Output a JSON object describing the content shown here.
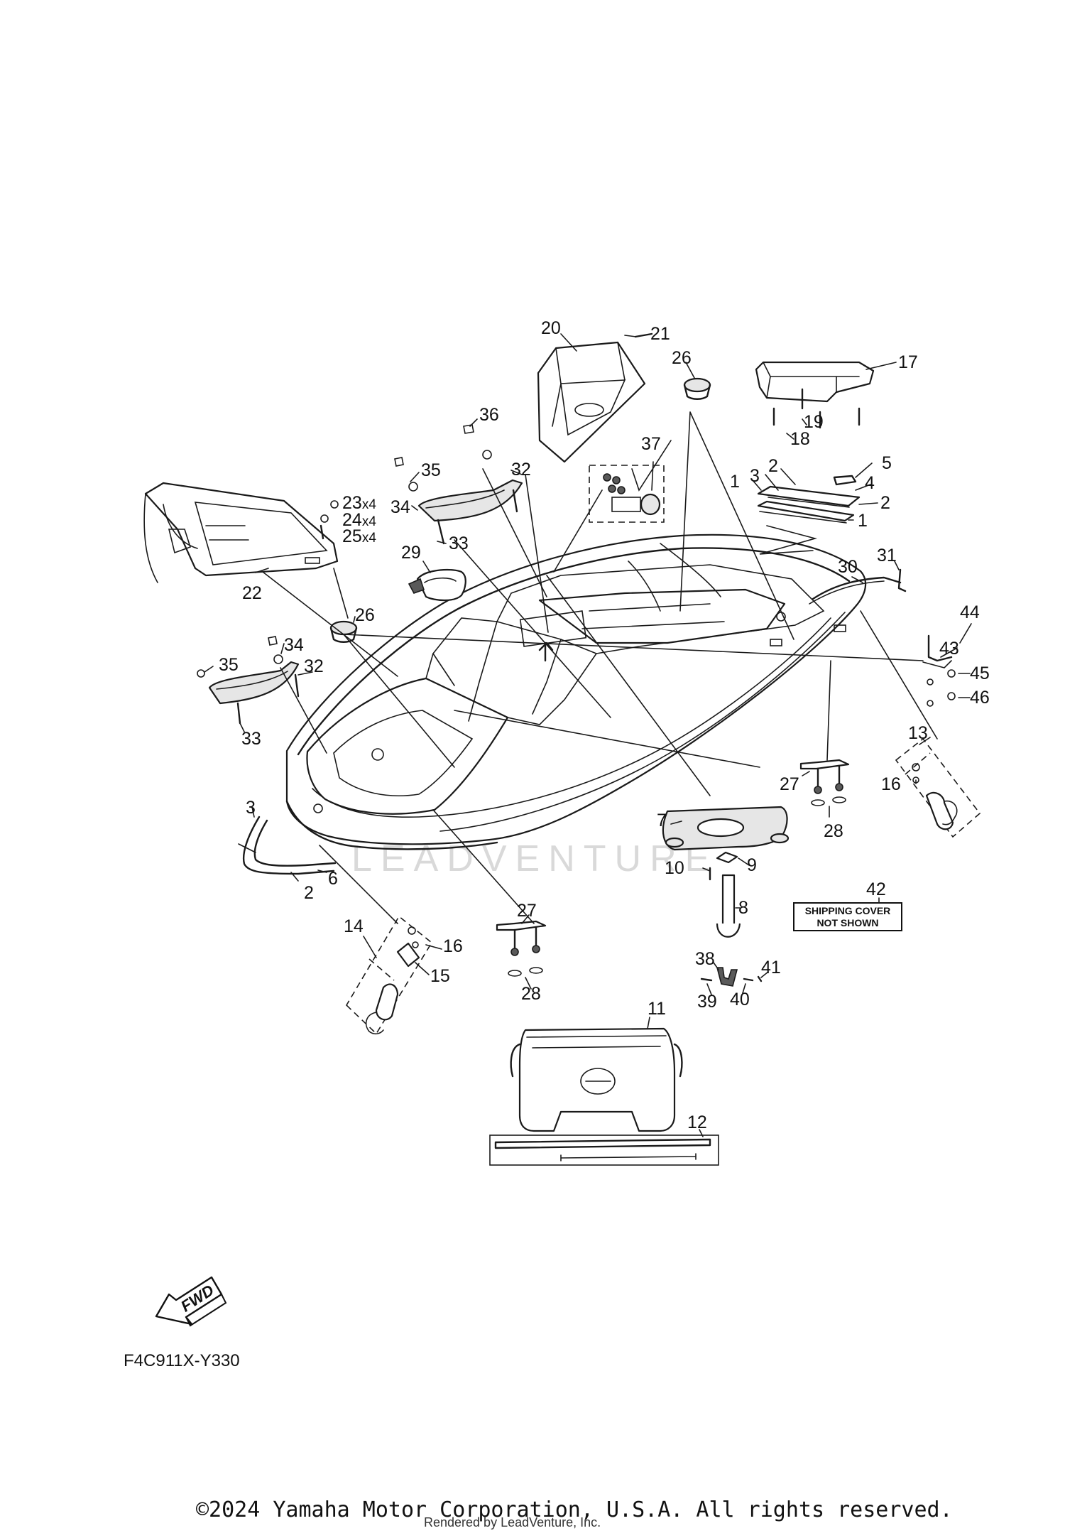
{
  "watermark": "LEADVENTURE",
  "forward_arrow_label": "FWD",
  "diagram_code": "F4C911X-Y330",
  "shipping_note": {
    "line1": "SHIPPING COVER",
    "line2": "NOT SHOWN"
  },
  "callouts": [
    {
      "id": "c20",
      "text": "20"
    },
    {
      "id": "c21",
      "text": "21"
    },
    {
      "id": "c26a",
      "text": "26"
    },
    {
      "id": "c17",
      "text": "17"
    },
    {
      "id": "c19",
      "text": "19"
    },
    {
      "id": "c18",
      "text": "18"
    },
    {
      "id": "c36",
      "text": "36"
    },
    {
      "id": "c37",
      "text": "37"
    },
    {
      "id": "c32a",
      "text": "32"
    },
    {
      "id": "c35a",
      "text": "35"
    },
    {
      "id": "c34a",
      "text": "34"
    },
    {
      "id": "c33a",
      "text": "33"
    },
    {
      "id": "c2a",
      "text": "2"
    },
    {
      "id": "c5",
      "text": "5"
    },
    {
      "id": "c1a",
      "text": "1"
    },
    {
      "id": "c3a",
      "text": "3"
    },
    {
      "id": "c4",
      "text": "4"
    },
    {
      "id": "c2b",
      "text": "2"
    },
    {
      "id": "c1b",
      "text": "1"
    },
    {
      "id": "c23",
      "text": "23",
      "suffix": "x4"
    },
    {
      "id": "c24",
      "text": "24",
      "suffix": "x4"
    },
    {
      "id": "c25",
      "text": "25",
      "suffix": "x4"
    },
    {
      "id": "c22",
      "text": "22"
    },
    {
      "id": "c29",
      "text": "29"
    },
    {
      "id": "c26b",
      "text": "26"
    },
    {
      "id": "c30",
      "text": "30"
    },
    {
      "id": "c31",
      "text": "31"
    },
    {
      "id": "c44",
      "text": "44"
    },
    {
      "id": "c43",
      "text": "43"
    },
    {
      "id": "c45",
      "text": "45"
    },
    {
      "id": "c46",
      "text": "46"
    },
    {
      "id": "c34b",
      "text": "34"
    },
    {
      "id": "c35b",
      "text": "35"
    },
    {
      "id": "c32b",
      "text": "32"
    },
    {
      "id": "c33b",
      "text": "33"
    },
    {
      "id": "c13",
      "text": "13"
    },
    {
      "id": "c16a",
      "text": "16"
    },
    {
      "id": "c27a",
      "text": "27"
    },
    {
      "id": "c28a",
      "text": "28"
    },
    {
      "id": "c3b",
      "text": "3"
    },
    {
      "id": "c6",
      "text": "6"
    },
    {
      "id": "c2c",
      "text": "2"
    },
    {
      "id": "c7",
      "text": "7"
    },
    {
      "id": "c10",
      "text": "10"
    },
    {
      "id": "c9",
      "text": "9"
    },
    {
      "id": "c8",
      "text": "8"
    },
    {
      "id": "c42",
      "text": "42"
    },
    {
      "id": "c14",
      "text": "14"
    },
    {
      "id": "c16b",
      "text": "16"
    },
    {
      "id": "c15",
      "text": "15"
    },
    {
      "id": "c27b",
      "text": "27"
    },
    {
      "id": "c28b",
      "text": "28"
    },
    {
      "id": "c38",
      "text": "38"
    },
    {
      "id": "c41",
      "text": "41"
    },
    {
      "id": "c39",
      "text": "39"
    },
    {
      "id": "c40",
      "text": "40"
    },
    {
      "id": "c11",
      "text": "11"
    },
    {
      "id": "c12",
      "text": "12"
    }
  ],
  "footer": {
    "copyright": "©2024 Yamaha Motor Corporation, U.S.A. All rights reserved.",
    "rendered_by": "Rendered by LeadVenture, Inc."
  }
}
